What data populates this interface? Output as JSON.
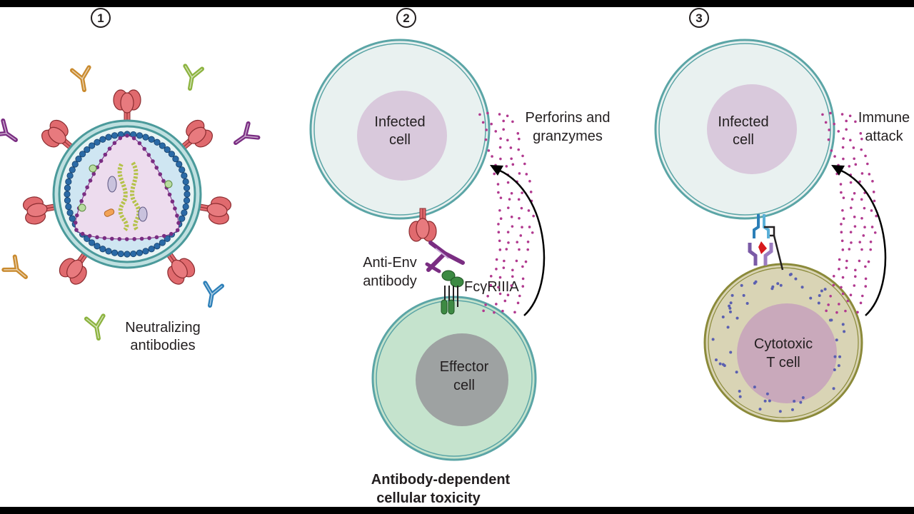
{
  "panels": [
    {
      "number": "1"
    },
    {
      "number": "2"
    },
    {
      "number": "3"
    }
  ],
  "panel1": {
    "label_line1": "Neutralizing",
    "label_line2": "antibodies"
  },
  "panel2": {
    "infected_line1": "Infected",
    "infected_line2": "cell",
    "effector_line1": "Effector",
    "effector_line2": "cell",
    "antibody_line1": "Anti-Env",
    "antibody_line2": "antibody",
    "receptor": "FcγRIIIA",
    "perforin_line1": "Perforins and",
    "perforin_line2": "granzymes",
    "caption_line1": "Antibody-dependent",
    "caption_line2": "cellular toxicity"
  },
  "panel3": {
    "infected_line1": "Infected",
    "infected_line2": "cell",
    "tcell_line1": "Cytotoxic",
    "tcell_line2": "T cell",
    "attack_line1": "Immune",
    "attack_line2": "attack"
  },
  "colors": {
    "membrane_teal": "#5ba5a6",
    "cell_fill": "#e9f1f0",
    "nucleus_purple": "#d9c9dc",
    "effector_fill": "#c5e3cd",
    "effector_nucleus": "#9ea2a2",
    "tcell_fill": "#d9d4b5",
    "tcell_nucleus": "#c9a9bb",
    "granule_magenta": "#b1398f",
    "granule_blue": "#5a5fb0",
    "env_red": "#e06a6e",
    "antibody_orange": "#c98a2e",
    "antibody_green": "#8cb33f",
    "antibody_purple": "#7a2d82",
    "antibody_blue": "#2c7fb8",
    "receptor_green": "#3d8a43"
  },
  "icons": [
    "hiv-virion-icon",
    "antibody-icon",
    "env-spike-icon",
    "fc-receptor-icon",
    "tcr-mhc-icon",
    "curved-arrow-icon"
  ]
}
